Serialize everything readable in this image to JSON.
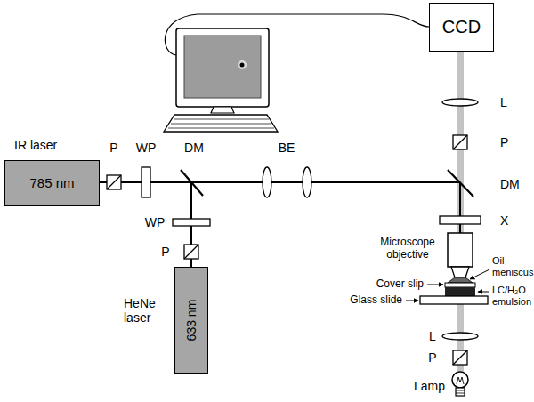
{
  "diagram": {
    "nodes": [
      {
        "text": [
          "CCD"
        ]
      },
      {
        "text": [
          "IR laser",
          "785 nm"
        ]
      },
      {
        "text": [
          "HeNe laser",
          "633 nm"
        ]
      }
    ],
    "labels": [
      "P",
      "WP",
      "DM",
      "BE",
      "L",
      "P",
      "DM",
      "X",
      "Microscope objective",
      "Oil meniscus",
      "Cover slip",
      "LC/H₂O emulsion",
      "Glass slide",
      "L",
      "P",
      "Lamp",
      "WP",
      "P"
    ]
  }
}
